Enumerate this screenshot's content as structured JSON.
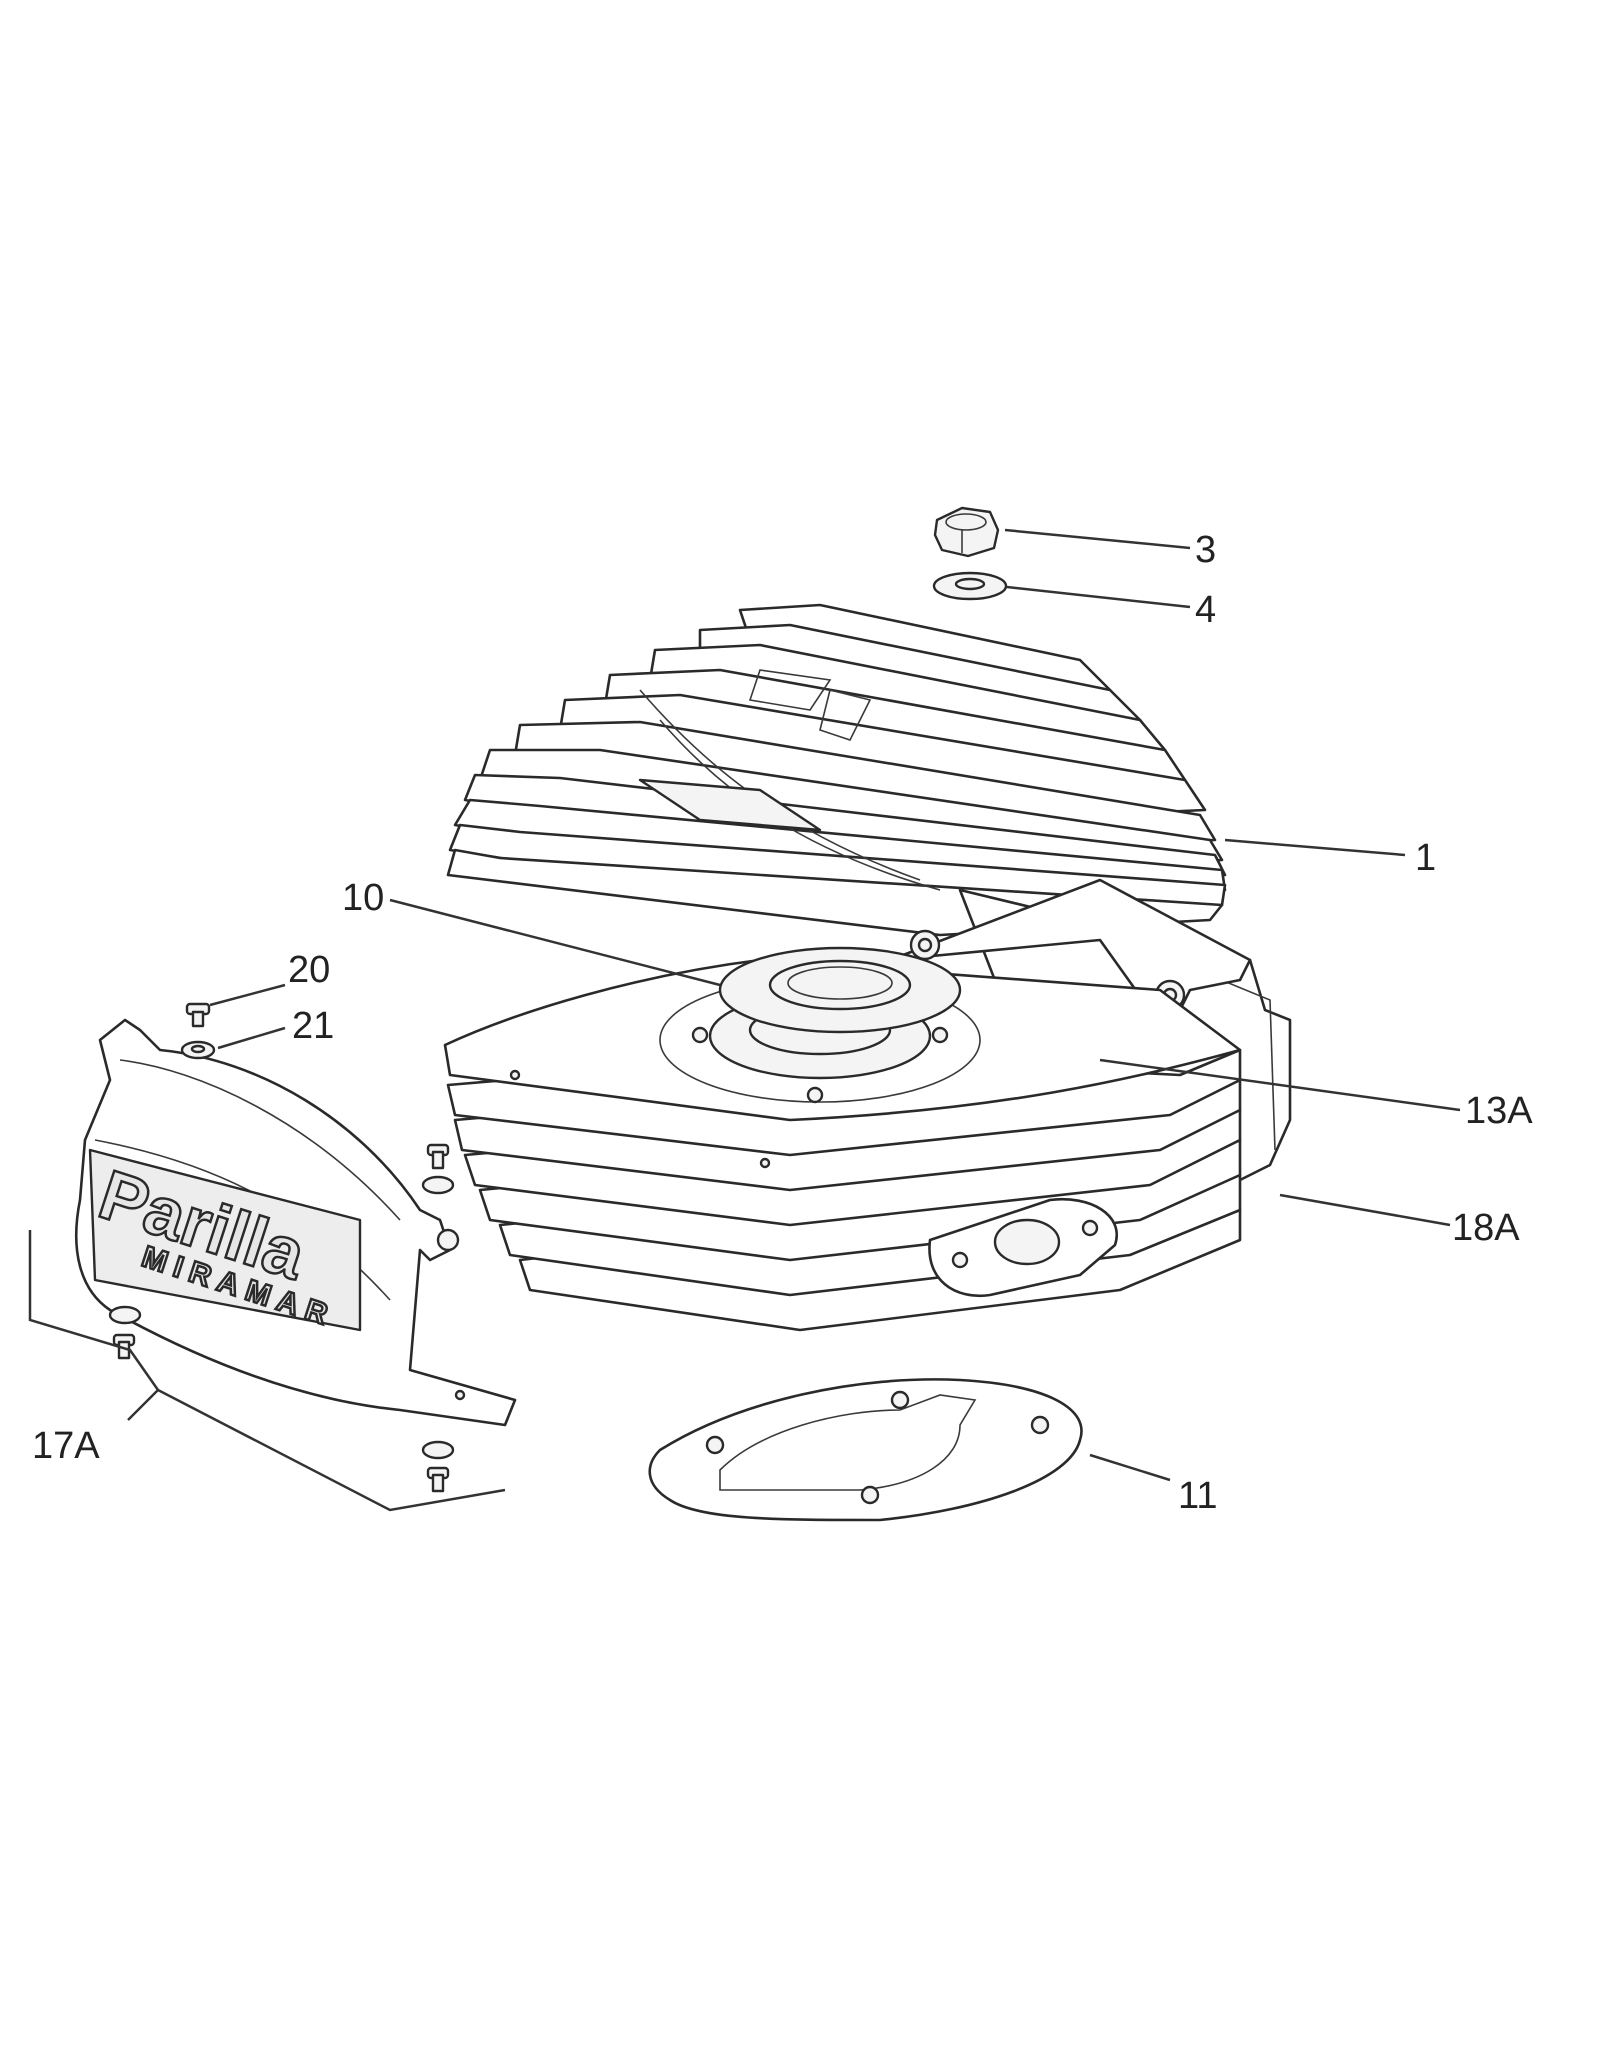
{
  "diagram": {
    "callouts": {
      "c1": "1",
      "c3": "3",
      "c4": "4",
      "c10": "10",
      "c11": "11",
      "c13A": "13A",
      "c17A": "17A",
      "c18A": "18A",
      "c20": "20",
      "c21": "21"
    },
    "logo": {
      "brand": "Parilla",
      "sub": "MIRAMAR"
    }
  }
}
